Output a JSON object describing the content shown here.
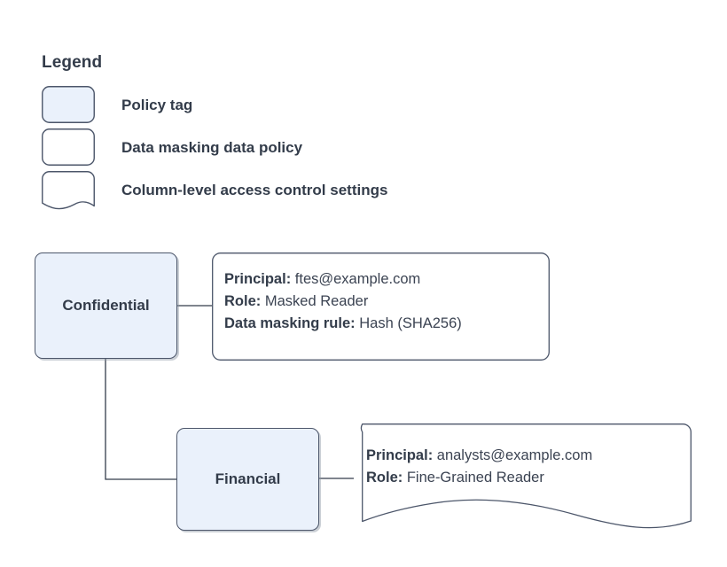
{
  "legend": {
    "title": "Legend",
    "items": [
      {
        "label": "Policy tag",
        "swatch": "policy-tag-swatch",
        "fill": "#eaf1fb",
        "shape": "rounded-rect"
      },
      {
        "label": "Data masking data policy",
        "swatch": "data-policy-swatch",
        "fill": "#ffffff",
        "shape": "rounded-rect"
      },
      {
        "label": "Column-level access control settings",
        "swatch": "access-settings-swatch",
        "fill": "#ffffff",
        "shape": "wavy-document"
      }
    ]
  },
  "diagram": {
    "nodes": [
      {
        "id": "confidential",
        "label": "Confidential"
      },
      {
        "id": "financial",
        "label": "Financial"
      }
    ],
    "details": [
      {
        "id": "confidential-policy",
        "shape": "rounded-rect",
        "lines": [
          {
            "key": "Principal:",
            "value": "ftes@example.com"
          },
          {
            "key": "Role:",
            "value": "Masked Reader"
          },
          {
            "key": "Data masking rule:",
            "value": "Hash (SHA256)"
          }
        ]
      },
      {
        "id": "financial-access",
        "shape": "wavy-document",
        "lines": [
          {
            "key": "Principal:",
            "value": "analysts@example.com"
          },
          {
            "key": "Role:",
            "value": "Fine-Grained Reader"
          }
        ]
      }
    ]
  },
  "colors": {
    "node_fill": "#eaf1fb",
    "stroke": "#4c566a",
    "text": "#333c4a",
    "value_text": "#3b4352",
    "background": "#ffffff"
  }
}
